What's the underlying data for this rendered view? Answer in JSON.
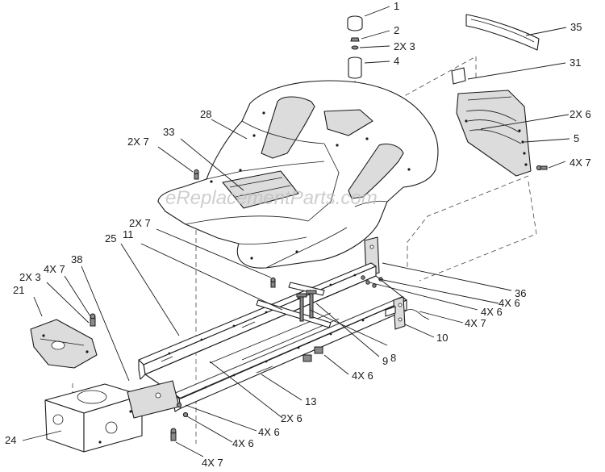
{
  "watermark": "eReplacementParts.com",
  "callouts": [
    {
      "id": "1",
      "label": "1"
    },
    {
      "id": "2",
      "label": "2"
    },
    {
      "id": "2x3-top",
      "label": "2X 3"
    },
    {
      "id": "4",
      "label": "4"
    },
    {
      "id": "35",
      "label": "35"
    },
    {
      "id": "31",
      "label": "31"
    },
    {
      "id": "2x6-right",
      "label": "2X 6"
    },
    {
      "id": "5",
      "label": "5"
    },
    {
      "id": "4x7-right",
      "label": "4X 7"
    },
    {
      "id": "28",
      "label": "28"
    },
    {
      "id": "33",
      "label": "33"
    },
    {
      "id": "2x7-left",
      "label": "2X 7"
    },
    {
      "id": "2x7-mid",
      "label": "2X 7"
    },
    {
      "id": "25",
      "label": "25"
    },
    {
      "id": "11",
      "label": "11"
    },
    {
      "id": "38",
      "label": "38"
    },
    {
      "id": "4x7-left",
      "label": "4X 7"
    },
    {
      "id": "2x3-left",
      "label": "2X 3"
    },
    {
      "id": "21",
      "label": "21"
    },
    {
      "id": "36",
      "label": "36"
    },
    {
      "id": "4x6-r1",
      "label": "4X 6"
    },
    {
      "id": "4x6-r2",
      "label": "4X 6"
    },
    {
      "id": "4x7-r3",
      "label": "4X 7"
    },
    {
      "id": "10",
      "label": "10"
    },
    {
      "id": "9",
      "label": "9"
    },
    {
      "id": "8",
      "label": "8"
    },
    {
      "id": "4x6-center",
      "label": "4X 6"
    },
    {
      "id": "13",
      "label": "13"
    },
    {
      "id": "2x6-bottom",
      "label": "2X 6"
    },
    {
      "id": "4x6-b1",
      "label": "4X 6"
    },
    {
      "id": "4x6-b2",
      "label": "4X 6"
    },
    {
      "id": "24",
      "label": "24"
    },
    {
      "id": "4x7-bottom",
      "label": "4X 7"
    }
  ]
}
